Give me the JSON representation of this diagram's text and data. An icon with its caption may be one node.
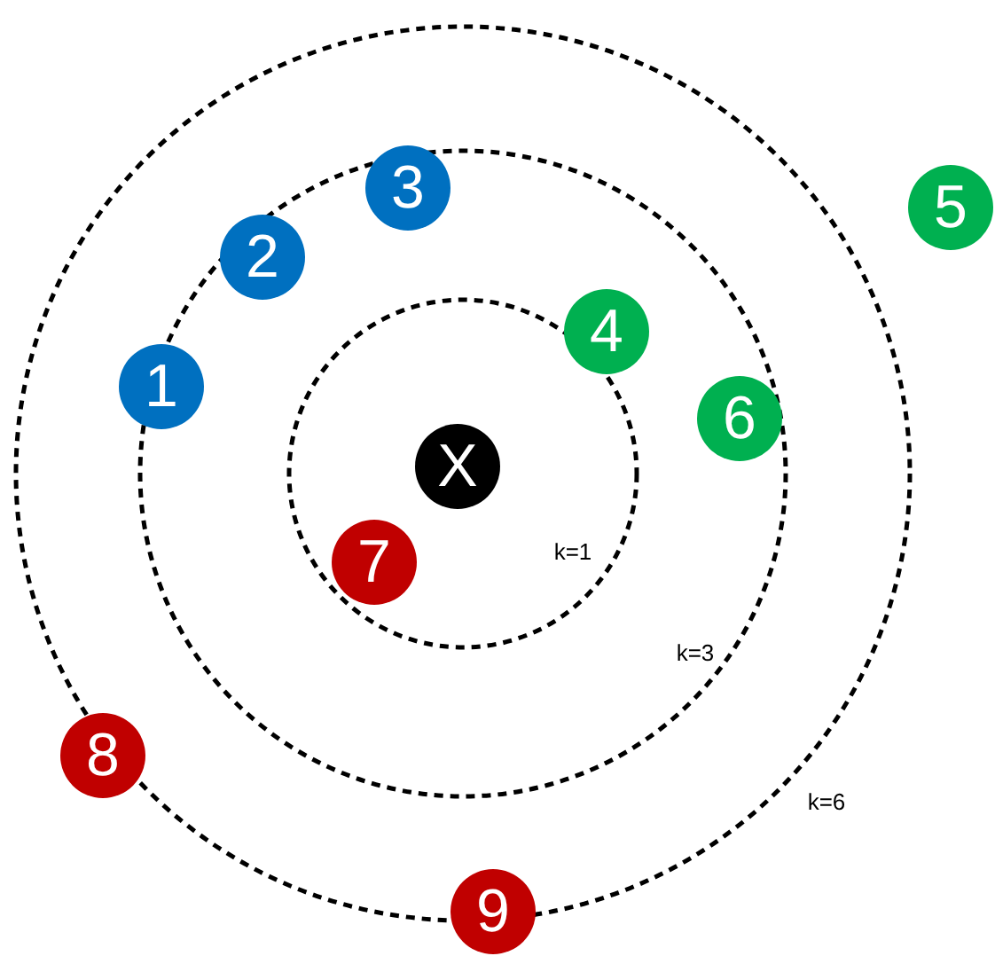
{
  "diagram": {
    "nodes": [
      {
        "text": [
          "X"
        ]
      },
      {
        "text": [
          "1"
        ]
      },
      {
        "text": [
          "2"
        ]
      },
      {
        "text": [
          "3"
        ]
      },
      {
        "text": [
          "4"
        ]
      },
      {
        "text": [
          "5"
        ]
      },
      {
        "text": [
          "6"
        ]
      },
      {
        "text": [
          "7"
        ]
      },
      {
        "text": [
          "8"
        ]
      },
      {
        "text": [
          "9"
        ]
      }
    ],
    "labels": [
      "k=1",
      "k=3",
      "k=6"
    ]
  }
}
